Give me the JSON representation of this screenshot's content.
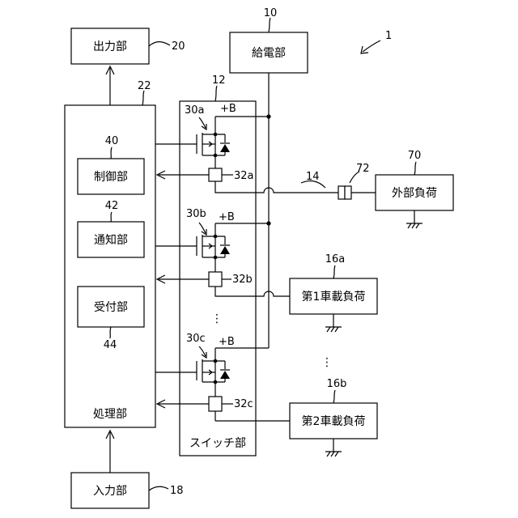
{
  "diagram": {
    "ref_main": "1",
    "blocks": {
      "output": {
        "label": "出力部",
        "ref": "20"
      },
      "power": {
        "label": "給電部",
        "ref": "10"
      },
      "processing": {
        "label": "処理部",
        "ref": "22"
      },
      "control": {
        "label": "制御部",
        "ref": "40"
      },
      "notify": {
        "label": "通知部",
        "ref": "42"
      },
      "accept": {
        "label": "受付部",
        "ref": "44"
      },
      "switch": {
        "label": "スイッチ部",
        "ref": "12"
      },
      "external_load": {
        "label": "外部負荷",
        "ref": "70"
      },
      "load1": {
        "label": "第1車載負荷",
        "ref": "16a"
      },
      "load2": {
        "label": "第2車載負荷",
        "ref": "16b"
      },
      "input": {
        "label": "入力部",
        "ref": "18"
      }
    },
    "switches": [
      {
        "ref": "30a",
        "sensor_ref": "32a",
        "plus": "+B"
      },
      {
        "ref": "30b",
        "sensor_ref": "32b",
        "plus": "+B"
      },
      {
        "ref": "30c",
        "sensor_ref": "32c",
        "plus": "+B"
      }
    ],
    "line_ref": "14",
    "connector_ref": "72",
    "ellipsis": "⋮"
  }
}
